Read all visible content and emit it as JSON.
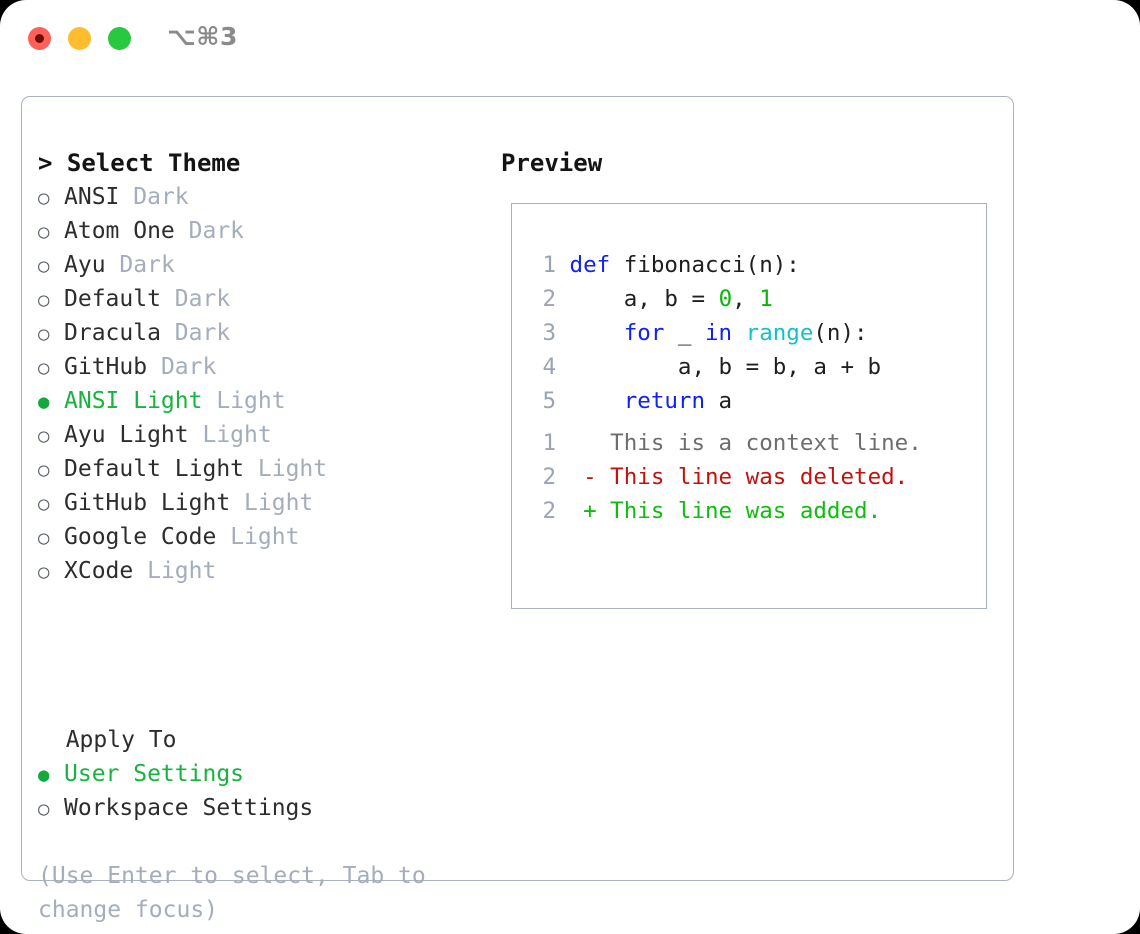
{
  "window": {
    "shortcut": "⌥⌘3",
    "traffic_lights": [
      {
        "name": "close",
        "color": "#ff6159"
      },
      {
        "name": "minimize",
        "color": "#ffbd2e"
      },
      {
        "name": "zoom",
        "color": "#28c840"
      }
    ]
  },
  "theme_picker": {
    "header": "> Select Theme",
    "options": [
      {
        "bullet": "○",
        "name": "ANSI",
        "suffix": "Dark",
        "selected": false
      },
      {
        "bullet": "○",
        "name": "Atom One",
        "suffix": "Dark",
        "selected": false
      },
      {
        "bullet": "○",
        "name": "Ayu",
        "suffix": "Dark",
        "selected": false
      },
      {
        "bullet": "○",
        "name": "Default",
        "suffix": "Dark",
        "selected": false
      },
      {
        "bullet": "○",
        "name": "Dracula",
        "suffix": "Dark",
        "selected": false
      },
      {
        "bullet": "○",
        "name": "GitHub",
        "suffix": "Dark",
        "selected": false
      },
      {
        "bullet": "●",
        "name": "ANSI Light",
        "suffix": "Light",
        "selected": true
      },
      {
        "bullet": "○",
        "name": "Ayu Light",
        "suffix": "Light",
        "selected": false
      },
      {
        "bullet": "○",
        "name": "Default Light",
        "suffix": "Light",
        "selected": false
      },
      {
        "bullet": "○",
        "name": "GitHub Light",
        "suffix": "Light",
        "selected": false
      },
      {
        "bullet": "○",
        "name": "Google Code",
        "suffix": "Light",
        "selected": false
      },
      {
        "bullet": "○",
        "name": "XCode",
        "suffix": "Light",
        "selected": false
      }
    ]
  },
  "apply_to": {
    "header": "  Apply To",
    "options": [
      {
        "bullet": "●",
        "name": "User Settings",
        "selected": true
      },
      {
        "bullet": "○",
        "name": "Workspace Settings",
        "selected": false
      }
    ]
  },
  "hint": "(Use Enter to select, Tab to change focus)",
  "preview": {
    "header": "Preview",
    "code_lines": [
      {
        "no": "1",
        "tokens": [
          {
            "t": "def",
            "c": "kw"
          },
          {
            "t": " fibonacci(n):",
            "c": "plain"
          }
        ]
      },
      {
        "no": "2",
        "tokens": [
          {
            "t": "    a, b = ",
            "c": "plain"
          },
          {
            "t": "0",
            "c": "num"
          },
          {
            "t": ", ",
            "c": "plain"
          },
          {
            "t": "1",
            "c": "num"
          }
        ]
      },
      {
        "no": "3",
        "tokens": [
          {
            "t": "    ",
            "c": "plain"
          },
          {
            "t": "for",
            "c": "kw"
          },
          {
            "t": " _ ",
            "c": "plain"
          },
          {
            "t": "in",
            "c": "kw"
          },
          {
            "t": " ",
            "c": "plain"
          },
          {
            "t": "range",
            "c": "fn"
          },
          {
            "t": "(n):",
            "c": "plain"
          }
        ]
      },
      {
        "no": "4",
        "tokens": [
          {
            "t": "        a, b = b, a + b",
            "c": "plain"
          }
        ]
      },
      {
        "no": "5",
        "tokens": [
          {
            "t": "    ",
            "c": "plain"
          },
          {
            "t": "return",
            "c": "kw"
          },
          {
            "t": " a",
            "c": "plain"
          }
        ]
      }
    ],
    "diff_lines": [
      {
        "no": "1",
        "marker": " ",
        "text": " This is a context line.",
        "kind": "diff-ctx"
      },
      {
        "no": "2",
        "marker": "-",
        "text": " This line was deleted.",
        "kind": "diff-del"
      },
      {
        "no": "2",
        "marker": "+",
        "text": " This line was added.",
        "kind": "diff-add"
      }
    ]
  }
}
